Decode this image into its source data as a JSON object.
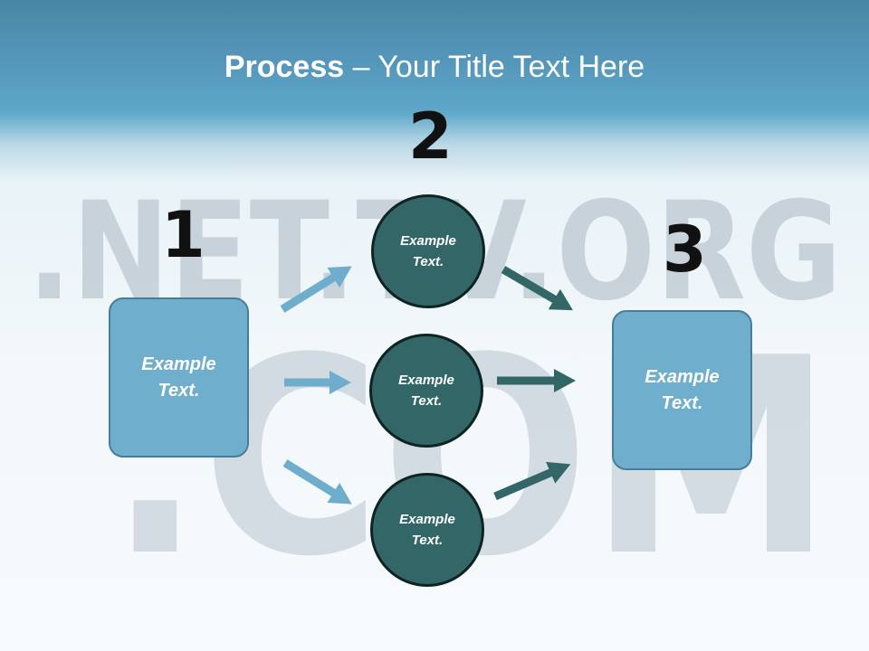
{
  "title": {
    "bold": "Process",
    "rest": " – Your Title Text Here"
  },
  "watermark": {
    "top_line": ".NET.TV.ORG",
    "big_text": ".COM"
  },
  "steps": {
    "step1_number": "1",
    "step2_number": "2",
    "step3_number": "3"
  },
  "nodes": {
    "left_box": "Example Text.",
    "circle_top": "Example Text.",
    "circle_middle": "Example Text.",
    "circle_bottom": "Example Text.",
    "right_box": "Example Text."
  },
  "colors": {
    "box_fill": "#6fafcd",
    "box_border": "#467d98",
    "circle_fill": "#336767",
    "light_arrow": "#6eadcc",
    "dark_arrow": "#336767"
  }
}
